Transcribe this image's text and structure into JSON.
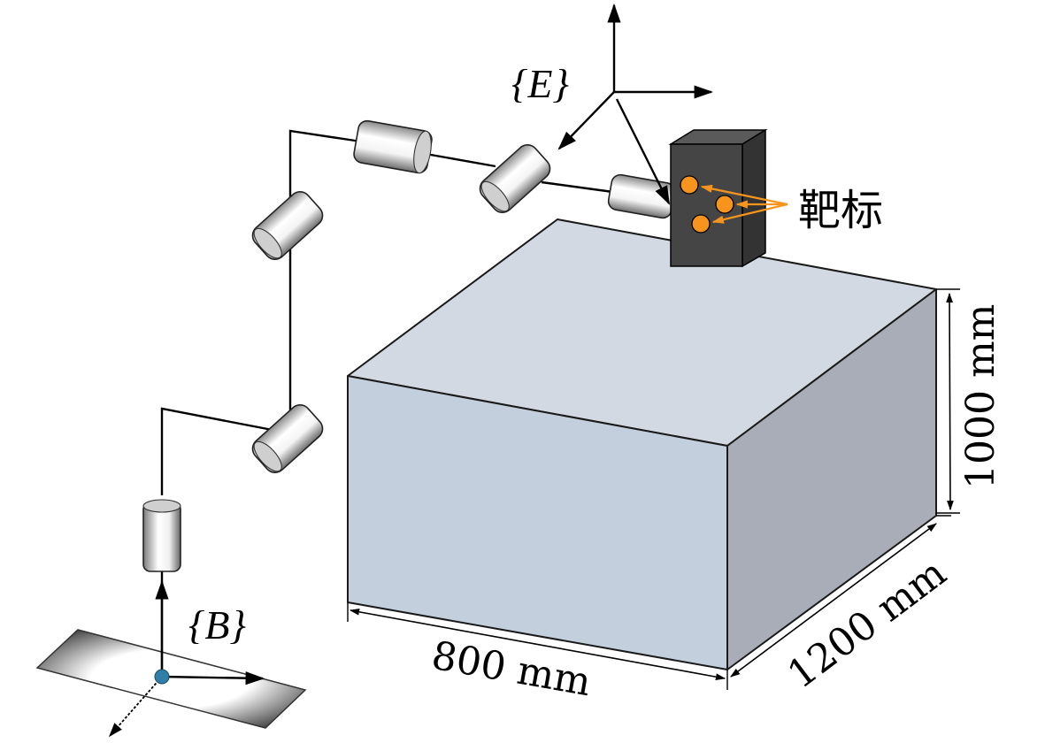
{
  "figure": {
    "frames": {
      "end_effector": "{E}",
      "base": "{B}"
    },
    "target_label": "靶标",
    "target_count": 3,
    "joint_count": 6,
    "dimensions": {
      "width": "800 mm",
      "depth": "1200 mm",
      "height": "1000 mm"
    },
    "colors": {
      "box_front": "#c3cfdd",
      "box_top": "#d2d9e3",
      "box_side": "#a8adb7",
      "target_block": "#3d3d3d",
      "target_marker": "#f7941d",
      "base_origin": "#2f7fa8",
      "link": "#000000"
    }
  }
}
